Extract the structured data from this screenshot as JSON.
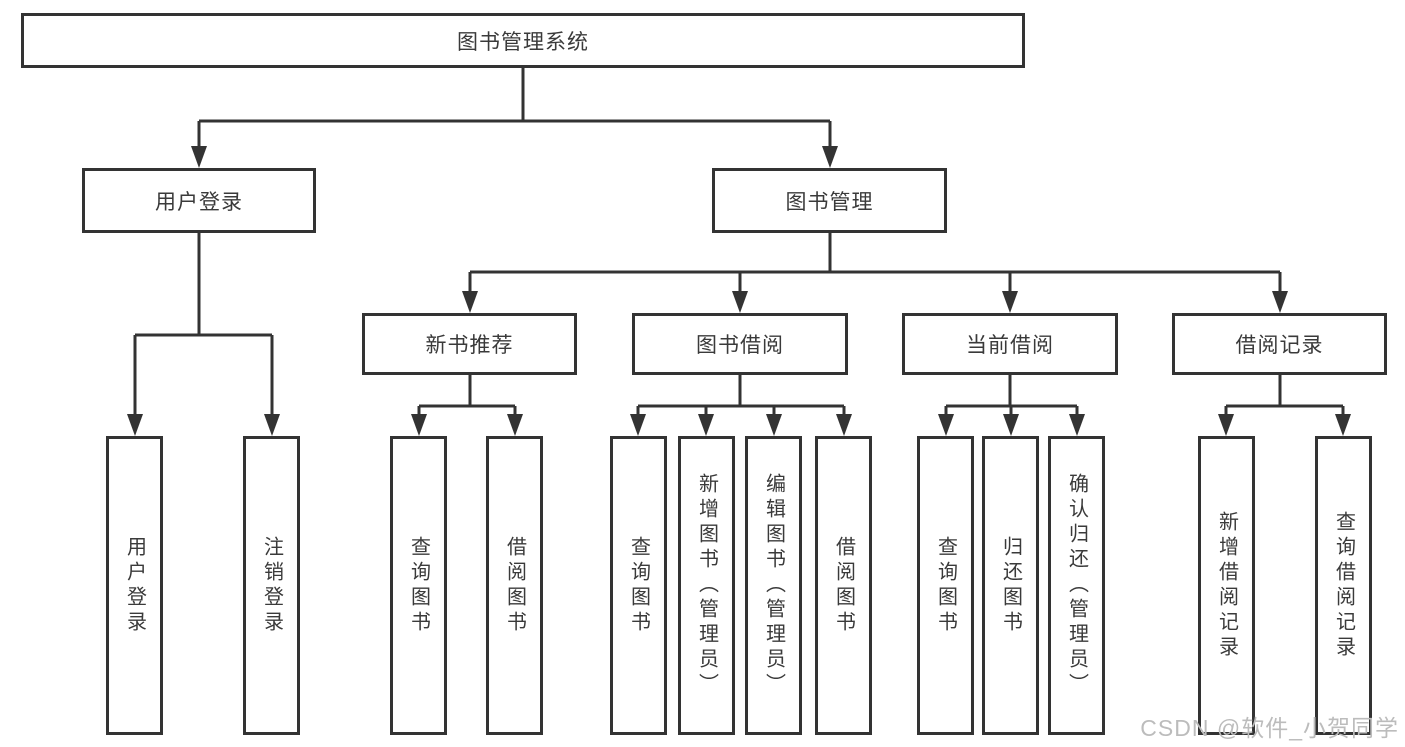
{
  "diagram": {
    "title": "图书管理系统",
    "nodes": {
      "root": "图书管理系统",
      "level1": [
        "用户登录",
        "图书管理"
      ],
      "level2": [
        "新书推荐",
        "图书借阅",
        "当前借阅",
        "借阅记录"
      ],
      "leaves": [
        "用户登录",
        "注销登录",
        "查询图书",
        "借阅图书",
        "查询图书",
        "新增图书（管理员）",
        "编辑图书（管理员）",
        "借阅图书",
        "查询图书",
        "归还图书",
        "确认归还（管理员）",
        "新增借阅记录",
        "查询借阅记录"
      ]
    },
    "colors": {
      "line": "#333333",
      "box_background": "#ffffff",
      "text": "#3a3a3a",
      "watermark": "#bcbcbc"
    }
  },
  "watermark": {
    "text": "CSDN @软件_小贺同学"
  }
}
